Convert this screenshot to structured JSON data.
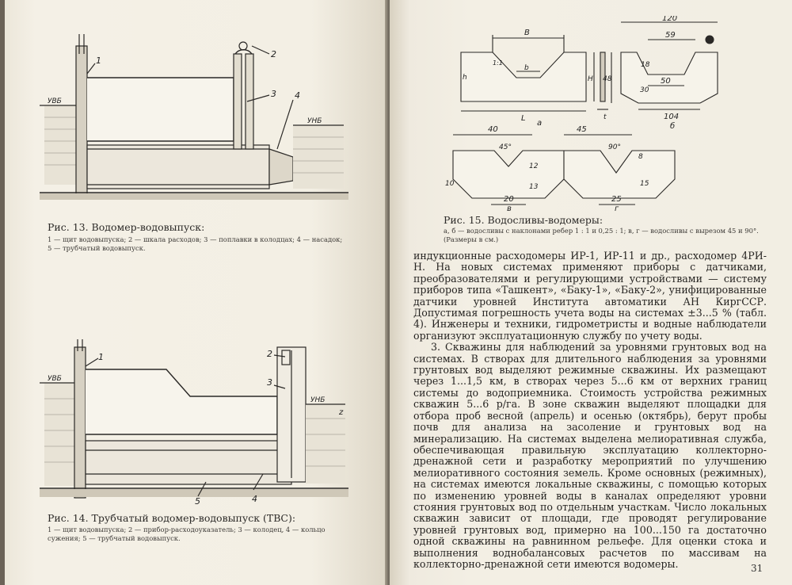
{
  "fig13": {
    "title": "Рис. 13. Водомер-водовыпуск:",
    "legend": "1 — щит водовыпуска; 2 — шкала расходов; 3 — поплавки в колодцах; 4 — насадок; 5 — трубчатый водовыпуск.",
    "labels": {
      "n1": "1",
      "n2": "2",
      "n3": "3",
      "n4": "4",
      "uvb": "УВБ",
      "unb": "УНБ"
    }
  },
  "fig14": {
    "title": "Рис. 14. Трубчатый водомер-водовыпуск (ТВС):",
    "legend": "1 — щит водовыпуска; 2 — прибор-расходоуказатель; 3 — колодец, 4 — кольцо сужения; 5 — трубчатый водовыпуск.",
    "labels": {
      "n1": "1",
      "n2": "2",
      "n3": "3",
      "n4": "4",
      "n5": "5",
      "uvb": "УВБ",
      "unb": "УНБ",
      "z": "z"
    }
  },
  "fig15": {
    "title": "Рис. 15. Водосливы-водомеры:",
    "legend": "а, б — водосливы с наклонами ребер 1 : 1 и 0,25 : 1; в, г — водосливы с вырезом 45 и 90°. (Размеры в см.)",
    "labels": {
      "a": "а",
      "b_letter": "б",
      "v": "в",
      "g": "г",
      "B": "B",
      "b": "b",
      "H": "H",
      "h": "h",
      "L": "L",
      "t": "t",
      "slope1": "1:1",
      "d120": "120",
      "d59": "59",
      "d18": "18",
      "d48": "48",
      "d30": "30",
      "d50": "50",
      "d104": "104",
      "d40": "40",
      "d45top": "45",
      "ang45": "45°",
      "d12": "12",
      "d13": "13",
      "d10": "10",
      "d20": "20",
      "ang90": "90°",
      "d8": "8",
      "d15": "15",
      "d25": "25"
    }
  },
  "text": {
    "p1": "индукционные расходомеры ИР-1, ИР-11 и др., расходомер 4РИ-Н. На новых системах применяют приборы с датчиками, преобразователями и регулирующими устройствами — систему приборов типа «Ташкент», «Баку-1», «Баку-2», унифицированные датчики уровней Института автоматики АН КиргССР. Допустимая погрешность учета воды на системах ±3...5 % (табл. 4). Инженеры и техники, гидрометристы и водные наблюдатели организуют эксплуатационную службу по учету воды.",
    "p2": "3. Скважины для наблюдений за уровнями грунтовых вод на системах. В створах для длительного наблюдения за уровнями грунтовых вод выделяют режимные скважины. Их размещают через 1...1,5 км, в створах через 5...6 км от верхних границ системы до водоприемника. Стоимость устройства режимных скважин 5...6 р/га. В зоне скважин выделяют площадки для отбора проб весной (апрель) и осенью (октябрь), берут пробы почв для анализа на засоление и грунтовых вод на минерализацию. На системах выделена мелиоративная служба, обеспечивающая правильную эксплуатацию коллекторно-дренажной сети и разработку мероприятий по улучшению мелиоративного состояния земель. Кроме основных (режимных), на системах имеются локальные скважины, с помощью которых по изменению уровней воды в каналах определяют уровни стояния грунтовых вод по отдельным участкам. Число локальных скважин зависит от площади, где проводят регулирование уровней грунтовых вод, примерно на 100...150 га достаточно одной скважины на равнинном рельефе. Для оценки стока и выполнения воднобалансовых расчетов по массивам на коллекторно-дренажной сети имеются водомеры."
  },
  "page_number": "31"
}
